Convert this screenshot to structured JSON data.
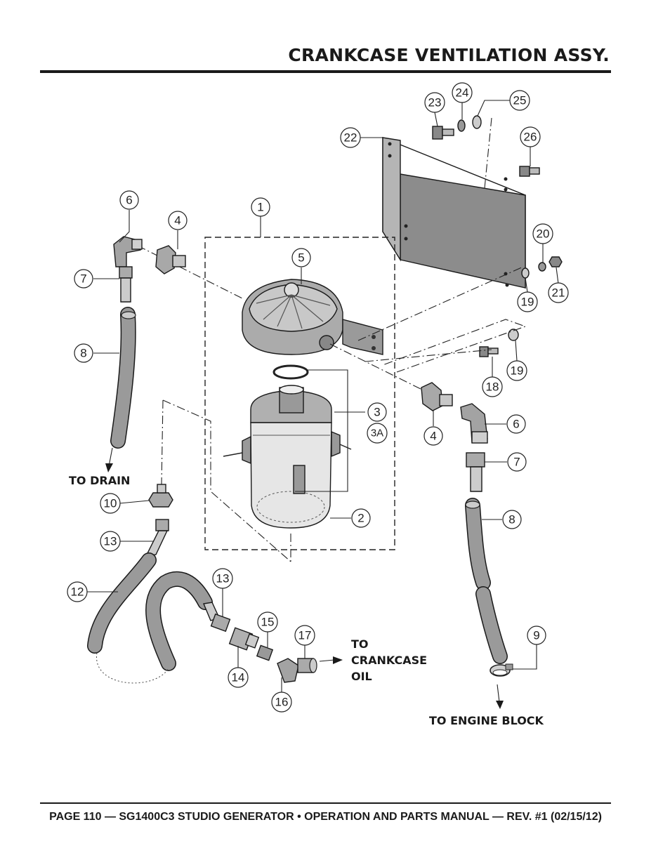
{
  "header": {
    "title": "CRANKCASE VENTILATION ASSY."
  },
  "footer": {
    "text": "PAGE 110 — SG1400C3 STUDIO GENERATOR • OPERATION AND PARTS MANUAL — REV. #1 (02/15/12)"
  },
  "flow_labels": {
    "to_drain": "TO DRAIN",
    "to_crankcase_line1": "TO",
    "to_crankcase_line2": "CRANKCASE",
    "to_crankcase_line3": "OIL",
    "to_engine_block": "TO ENGINE BLOCK"
  },
  "callouts": {
    "c1": "1",
    "c2": "2",
    "c3": "3",
    "c3a": "3A",
    "c4a": "4",
    "c4b": "4",
    "c5": "5",
    "c6a": "6",
    "c6b": "6",
    "c7a": "7",
    "c7b": "7",
    "c8a": "8",
    "c8b": "8",
    "c9": "9",
    "c10": "10",
    "c12": "12",
    "c13a": "13",
    "c13b": "13",
    "c14": "14",
    "c15": "15",
    "c16": "16",
    "c17": "17",
    "c18": "18",
    "c19a": "19",
    "c19b": "19",
    "c20": "20",
    "c21": "21",
    "c22": "22",
    "c23": "23",
    "c24": "24",
    "c25": "25",
    "c26": "26"
  }
}
